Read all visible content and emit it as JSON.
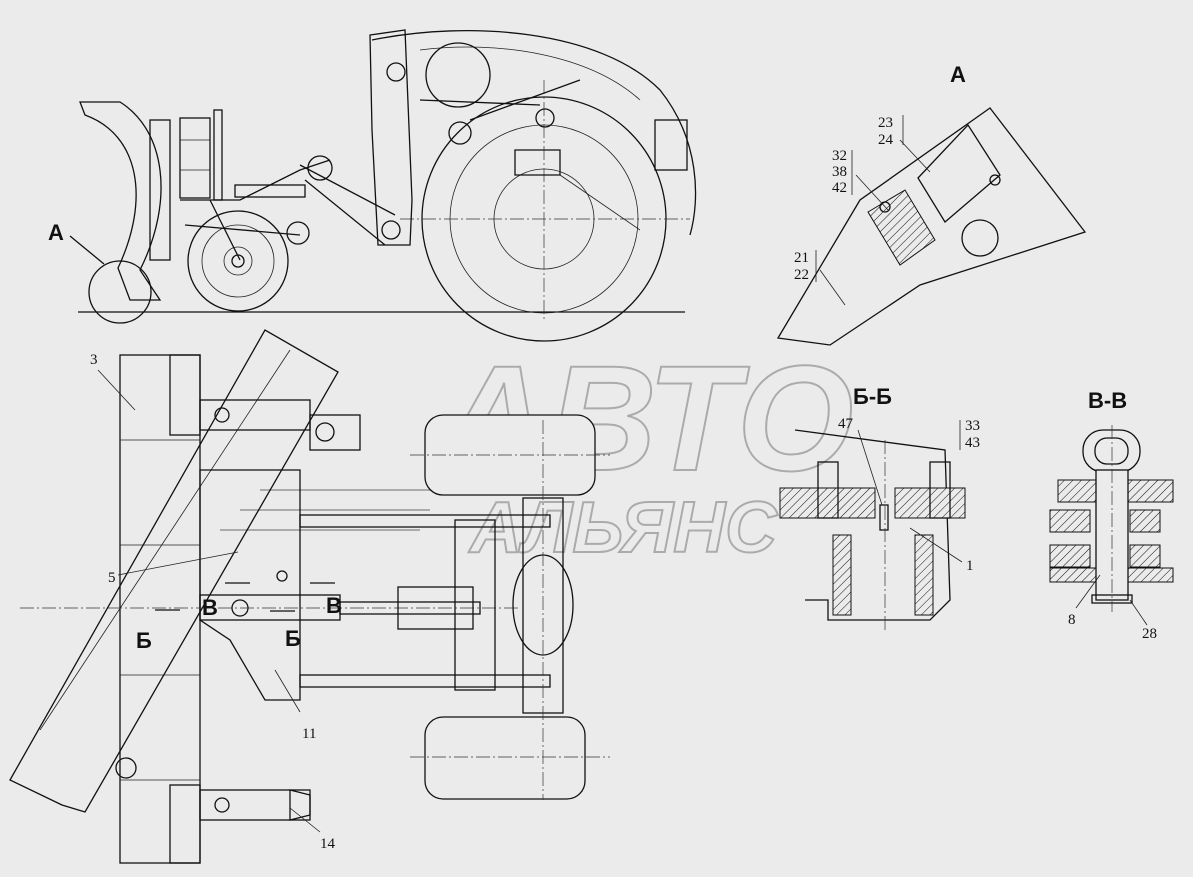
{
  "views": {
    "detail_a_callout": "А",
    "detail_a_title": "А",
    "section_bb": "Б-Б",
    "section_vv": "В-В",
    "cut_b": "Б",
    "cut_v": "В"
  },
  "labels": {
    "p3": "3",
    "p5": "5",
    "p11": "11",
    "p14": "14",
    "p1": "1",
    "p8": "8",
    "p28": "28",
    "p47": "47",
    "p2324": [
      "23",
      "24"
    ],
    "p323842": [
      "32",
      "38",
      "42"
    ],
    "p2122": [
      "21",
      "22"
    ],
    "p3343": [
      "33",
      "43"
    ]
  },
  "watermark": {
    "line1": "АВТО",
    "line2": "АЛЬЯНС"
  }
}
